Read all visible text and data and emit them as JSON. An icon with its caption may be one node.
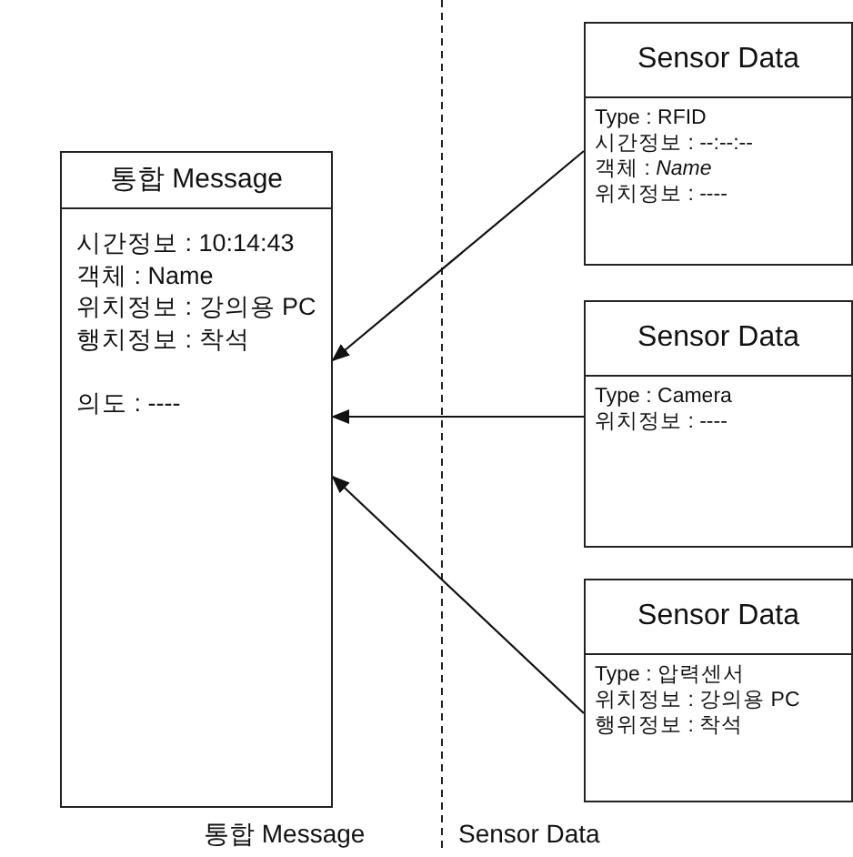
{
  "diagram": {
    "nodes": [
      {
        "text": [
          "통합 Message",
          "시간정보 : 10:14:43",
          "객체 : Name",
          "위치정보 : 강의용 PC",
          "행치정보 : 착석",
          "의도 : ----"
        ]
      },
      {
        "text": [
          "Sensor Data",
          "Type : RFID",
          "시간정보 : --:--:--",
          "객체 : *Name*",
          "위치정보 : ----"
        ]
      },
      {
        "text": [
          "Sensor Data",
          "Type : Camera",
          "위치정보 : ----"
        ]
      },
      {
        "text": [
          "Sensor Data",
          "Type : 압력센서",
          "위치정보 : 강의용 PC",
          "행위정보 : 착석"
        ]
      }
    ],
    "edges": [
      {
        "from": 1,
        "to": 0,
        "arrow": "to"
      },
      {
        "from": 2,
        "to": 0,
        "arrow": "to"
      },
      {
        "from": 3,
        "to": 0,
        "arrow": "to"
      }
    ],
    "labels": [
      "통합 Message",
      "Sensor Data"
    ]
  }
}
